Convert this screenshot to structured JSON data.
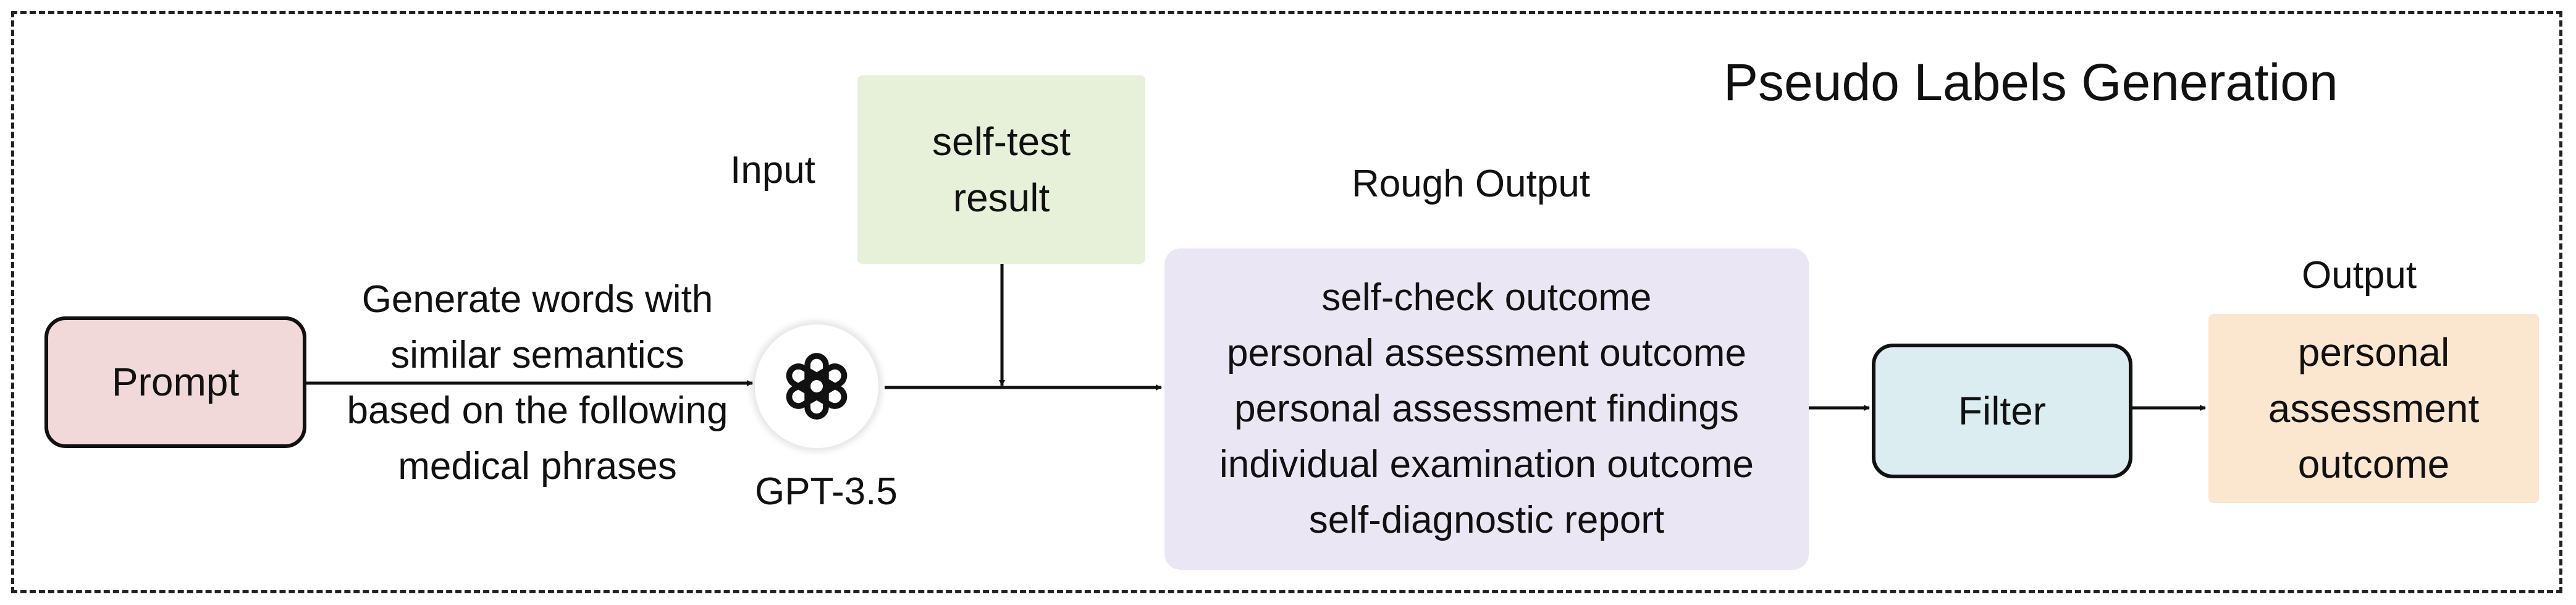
{
  "title": "Pseudo Labels Generation",
  "prompt_label": "Prompt",
  "instruction_lines": [
    "Generate words with",
    "similar semantics",
    "based on the following",
    "medical phrases"
  ],
  "model_name": "GPT-3.5",
  "input_caption": "Input",
  "input_lines": [
    "self-test",
    "result"
  ],
  "rough_caption": "Rough Output",
  "rough_items": [
    "self-check outcome",
    "personal assessment outcome",
    "personal assessment findings",
    "individual examination outcome",
    "self-diagnostic report"
  ],
  "filter_label": "Filter",
  "output_caption": "Output",
  "output_lines": [
    "personal",
    "assessment",
    "outcome"
  ],
  "icons": {
    "model": "openai-logo-icon"
  },
  "colors": {
    "prompt_fill": "#f0d9d8",
    "input_fill": "#e7f1da",
    "rough_fill": "#ebe6f3",
    "filter_fill": "#dcedf2",
    "output_fill": "#fbe6d0"
  }
}
